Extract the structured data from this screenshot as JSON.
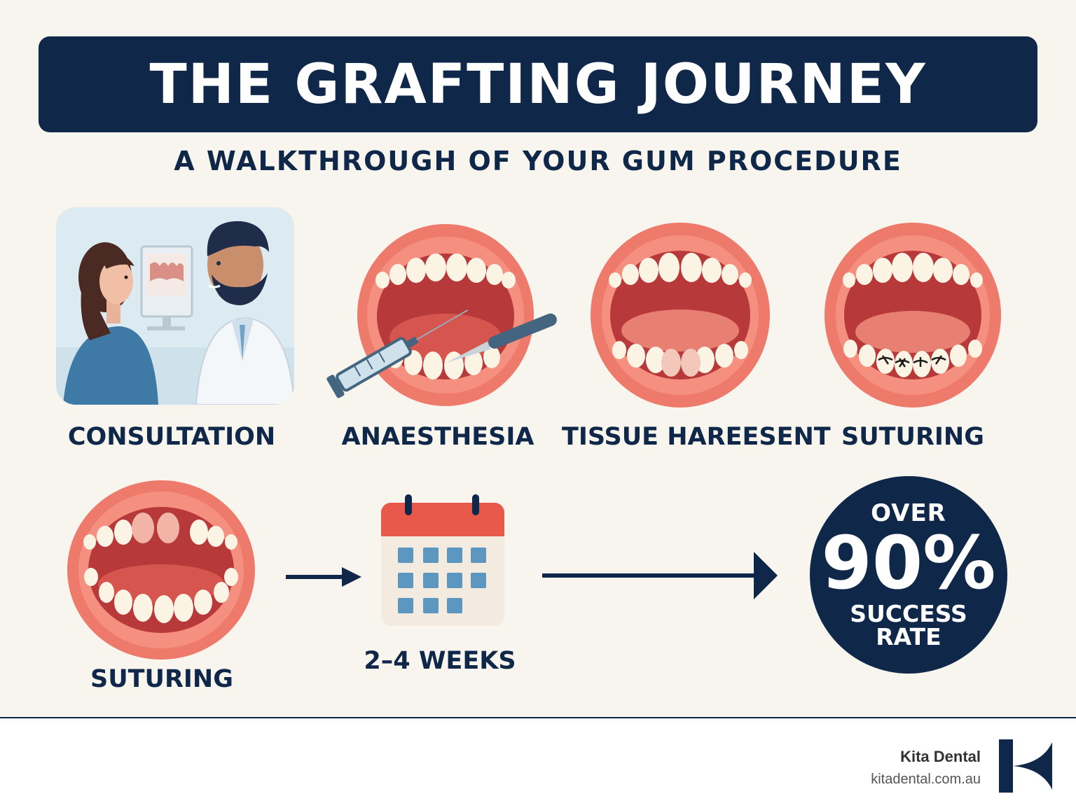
{
  "header": {
    "title": "THE GRAFTING JOURNEY",
    "subtitle": "A WALKTHROUGH OF YOUR GUM PROCEDURE"
  },
  "steps": [
    {
      "label": "CONSULTATION",
      "icon": "consultation-illustration"
    },
    {
      "label": "ANAESTHESIA",
      "icon": "anaesthesia-mouth-illustration"
    },
    {
      "label": "TISSUE HAREESENT",
      "icon": "tissue-mouth-illustration"
    },
    {
      "label": "SUTURING",
      "icon": "suturing-mouth-illustration"
    },
    {
      "label": "SUTURING",
      "icon": "healed-mouth-illustration"
    },
    {
      "label": "2–4 WEEKS",
      "icon": "calendar-icon"
    }
  ],
  "stat": {
    "over": "OVER",
    "value": "90%",
    "caption": "SUCCESS RATE"
  },
  "footer": {
    "brand": "Kita Dental",
    "url": "kitadental.com.au"
  },
  "colors": {
    "navy": "#0f2748",
    "background": "#f8f5ef",
    "lip": "#ee7a6c",
    "mouth_inner": "#b8393a",
    "tooth": "#fbf4e4",
    "calendar_red": "#e8584b",
    "calendar_cell": "#5d97c0"
  }
}
